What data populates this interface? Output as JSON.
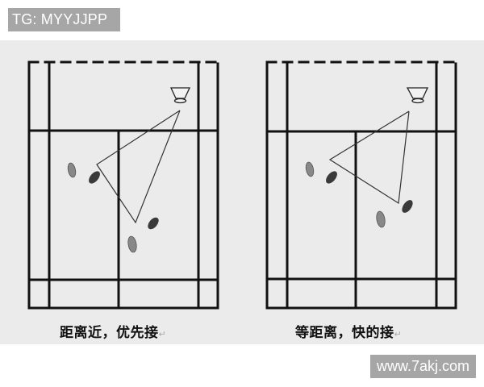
{
  "watermarks": {
    "top_left": "TG: MYYJJPP",
    "bottom_right": "www.7akj.com"
  },
  "colors": {
    "panel_bg": "#ebebeb",
    "line": "#111111",
    "watermark_bg": "#a6a6a6",
    "foot_light": "#8a8a8a",
    "foot_dark": "#3a3a3a"
  },
  "diagrams": [
    {
      "caption": "距离近，优先接",
      "caption_mark": "↵",
      "description": "badminton court half with shuttlecock at top-right, triangle path to two pairs of footprints; near player takes priority"
    },
    {
      "caption": "等距离，快的接",
      "caption_mark": "↵",
      "description": "badminton court half with shuttlecock at top-right, triangle path to two pairs of footprints at equal distance; faster player takes it"
    }
  ]
}
